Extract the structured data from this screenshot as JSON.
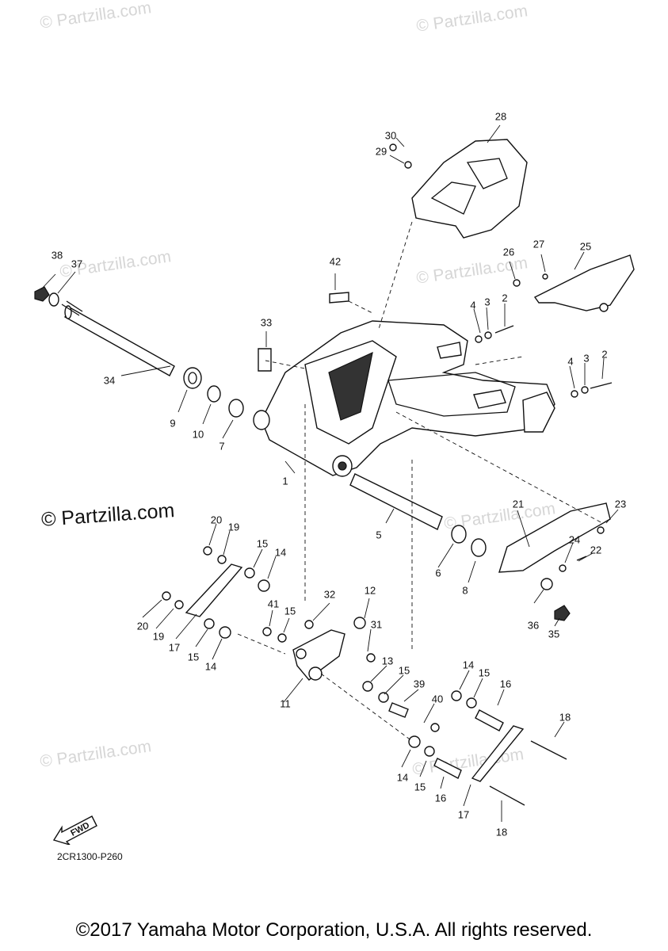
{
  "watermarks": {
    "top_left": "© Partzilla.com",
    "top_right": "© Partzilla.com",
    "mid_left": "© Partzilla.com",
    "mid_right": "© Partzilla.com",
    "main": "© Partzilla.com",
    "center": "© Partzilla.com",
    "low_left": "© Partzilla.com",
    "low_right": "© Partzilla.com"
  },
  "callouts": {
    "c1": "1",
    "c2a": "2",
    "c2b": "2",
    "c3a": "3",
    "c3b": "3",
    "c4a": "4",
    "c4b": "4",
    "c5": "5",
    "c6": "6",
    "c7": "7",
    "c8": "8",
    "c9": "9",
    "c10": "10",
    "c11": "11",
    "c12": "12",
    "c13": "13",
    "c14a": "14",
    "c14b": "14",
    "c14c": "14",
    "c14d": "14",
    "c15a": "15",
    "c15b": "15",
    "c15c": "15",
    "c15d": "15",
    "c15e": "15",
    "c15f": "15",
    "c16a": "16",
    "c16b": "16",
    "c17a": "17",
    "c17b": "17",
    "c18a": "18",
    "c18b": "18",
    "c19a": "19",
    "c19b": "19",
    "c20a": "20",
    "c20b": "20",
    "c21": "21",
    "c22": "22",
    "c23": "23",
    "c24": "24",
    "c25": "25",
    "c26": "26",
    "c27": "27",
    "c28": "28",
    "c29": "29",
    "c30": "30",
    "c31": "31",
    "c32": "32",
    "c33": "33",
    "c34": "34",
    "c35": "35",
    "c36": "36",
    "c37": "37",
    "c38": "38",
    "c39": "39",
    "c40": "40",
    "c41": "41",
    "c42": "42"
  },
  "fwd_label": "FWD",
  "diagram_code": "2CR1300-P260",
  "copyright": "©2017 Yamaha Motor Corporation, U.S.A. All rights reserved."
}
